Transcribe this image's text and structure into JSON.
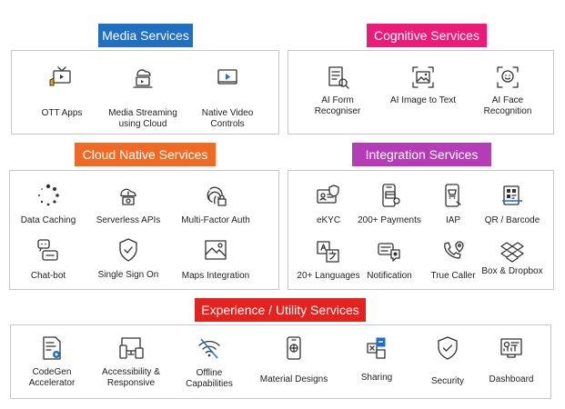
{
  "colors": {
    "media": "#1f6fc3",
    "cognitive": "#ec1a78",
    "cloud": "#f06a23",
    "integration": "#b63bb6",
    "experience": "#e4231e"
  },
  "sections": {
    "media": {
      "title": "Media Services",
      "items": [
        {
          "label": "OTT Apps",
          "icon": "tv-icon"
        },
        {
          "label": "Media Streaming\nusing Cloud",
          "icon": "cloud-laptop-icon"
        },
        {
          "label": "Native Video\nControls",
          "icon": "video-player-icon"
        }
      ]
    },
    "cognitive": {
      "title": "Cognitive Services",
      "items": [
        {
          "label": "AI Form\nRecogniser",
          "icon": "form-scan-icon"
        },
        {
          "label": "AI Image to Text",
          "icon": "image-scan-icon"
        },
        {
          "label": "AI Face\nRecognition",
          "icon": "face-scan-icon"
        }
      ]
    },
    "cloud": {
      "title": "Cloud Native Services",
      "items": [
        {
          "label": "Data Caching",
          "icon": "spinner-icon"
        },
        {
          "label": "Serverless APIs",
          "icon": "api-cloud-icon"
        },
        {
          "label": "Multi-Factor Auth",
          "icon": "fingerprint-icon"
        },
        {
          "label": "Chat-bot",
          "icon": "chatbot-icon"
        },
        {
          "label": "Single Sign On",
          "icon": "shield-check-icon"
        },
        {
          "label": "Maps Integration",
          "icon": "map-icon"
        }
      ]
    },
    "integration": {
      "title": "Integration Services",
      "items": [
        {
          "label": "eKYC",
          "icon": "id-card-icon"
        },
        {
          "label": "200+ Payments",
          "icon": "mobile-payment-icon"
        },
        {
          "label": "IAP",
          "icon": "in-app-purchase-icon"
        },
        {
          "label": "QR / Barcode",
          "icon": "qr-code-icon"
        },
        {
          "label": "20+ Languages",
          "icon": "translate-icon"
        },
        {
          "label": "Notification",
          "icon": "notification-icon"
        },
        {
          "label": "True Caller",
          "icon": "phone-location-icon"
        },
        {
          "label": "Box & Dropbox",
          "icon": "dropbox-icon"
        }
      ]
    },
    "experience": {
      "title": "Experience / Utility Services",
      "items": [
        {
          "label": "CodeGen\nAccelerator",
          "icon": "codegen-icon"
        },
        {
          "label": "Accessibility &\nResponsive",
          "icon": "devices-icon"
        },
        {
          "label": "Offline\nCapabilities",
          "icon": "wifi-off-icon"
        },
        {
          "label": "Material Designs",
          "icon": "mobile-design-icon"
        },
        {
          "label": "Sharing",
          "icon": "share-icon"
        },
        {
          "label": "Security",
          "icon": "security-shield-icon"
        },
        {
          "label": "Dashboard",
          "icon": "dashboard-icon"
        }
      ]
    }
  }
}
